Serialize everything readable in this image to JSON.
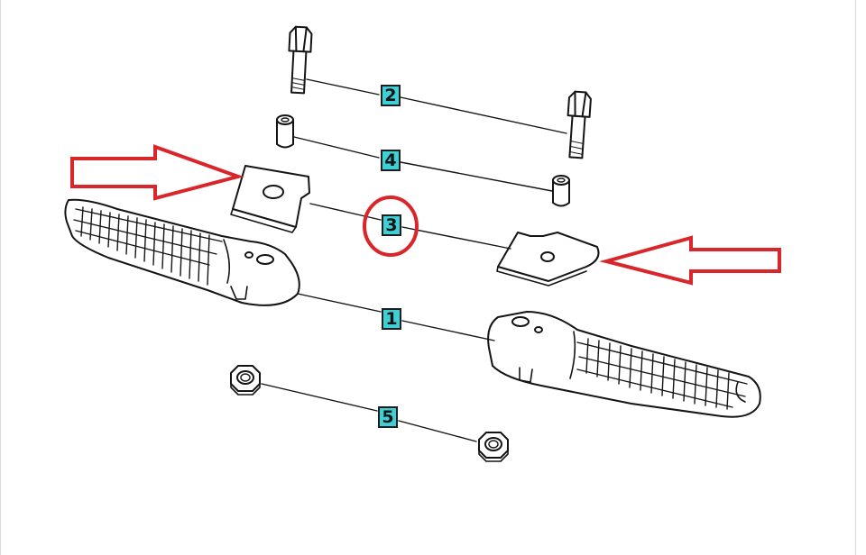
{
  "colors": {
    "callout_fill": "#3fd0d6",
    "line_art": "#141414",
    "highlight": "#d9262b"
  },
  "callouts": {
    "pegs": "1",
    "bolts": "2",
    "plates": "3",
    "spacers": "4",
    "nuts": "5"
  },
  "parts": [
    {
      "ref": "1",
      "name": "footpeg",
      "count": 2
    },
    {
      "ref": "2",
      "name": "bolt",
      "count": 2
    },
    {
      "ref": "3",
      "name": "plate",
      "count": 2,
      "highlighted": true
    },
    {
      "ref": "4",
      "name": "spacer",
      "count": 2
    },
    {
      "ref": "5",
      "name": "nut",
      "count": 2
    }
  ],
  "annotations": {
    "arrows_point_to": "plates",
    "circled_label": "3"
  }
}
